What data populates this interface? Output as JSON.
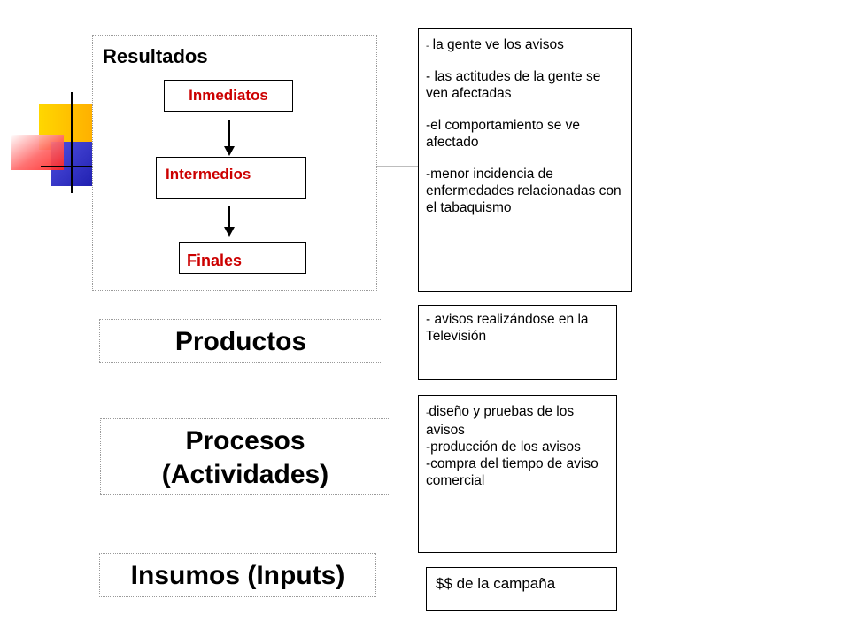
{
  "results": {
    "title": "Resultados",
    "levels": [
      "Inmediatos",
      "Intermedios",
      "Finales"
    ]
  },
  "products": {
    "title": "Productos"
  },
  "processes": {
    "line1": "Procesos",
    "line2": "(Actividades)"
  },
  "inputs": {
    "title": "Insumos (Inputs)"
  },
  "results_notes": {
    "dash": "-",
    "item1": "la gente ve los avisos",
    "item2": "- las actitudes de la gente se ven afectadas",
    "item3": "-el comportamiento se ve afectado",
    "item4": "-menor incidencia de enfermedades relacionadas con el tabaquismo"
  },
  "products_note": "- avisos realizándose en la Televisión",
  "processes_notes": {
    "dash": "-",
    "item1": "diseño y pruebas de los avisos",
    "item2": "-producción de los avisos",
    "item3": "-compra del tiempo de aviso comercial"
  },
  "inputs_note": "$$ de la campaña",
  "colors": {
    "accent_red": "#cc0000",
    "deco_yellow": "#ffcc00",
    "deco_blue": "#3333cc",
    "deco_red": "#ff3333",
    "line_gray": "#9a9a9a"
  }
}
